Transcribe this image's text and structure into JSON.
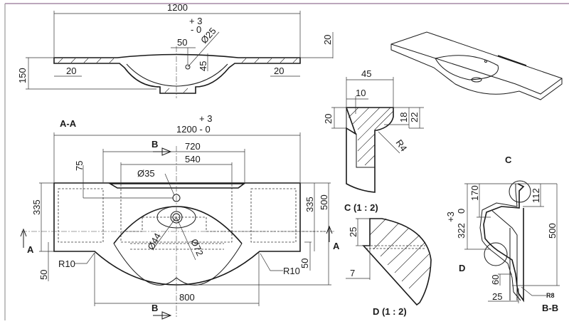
{
  "front_section": {
    "width": "1200",
    "tol_plus": "+ 3",
    "tol_minus": "- 0",
    "hole_dia": "Ø25",
    "hole_offset": "50",
    "hole_depth": "45",
    "slab_thickness": "20",
    "height": "150",
    "edge_left": "20",
    "edge_right": "20"
  },
  "plan_view": {
    "title": "A-A",
    "tol_plus": "+ 3",
    "width": "1200 - 0",
    "section_b_top": "B",
    "section_b_bottom": "B",
    "bowl_outer": "720",
    "bowl_inner": "540",
    "tap_offset": "75",
    "tap_dia": "Ø35",
    "depth_left": "335",
    "depth_right": "335",
    "total_depth": "500",
    "section_a_left": "A",
    "section_a_right": "A",
    "radius_left": "R10",
    "radius_right": "R10",
    "offset_left": "50",
    "offset_right": "50",
    "front_width": "800",
    "drain_outer": "Ø44",
    "drain_inner": "Ø72"
  },
  "detail_c": {
    "title": "C (1 : 2)",
    "width": "45",
    "inner": "10",
    "thickness": "20",
    "h1": "18",
    "h2": "22",
    "radius": "R4"
  },
  "detail_d": {
    "title": "D (1 : 2)",
    "h": "25",
    "w": "7"
  },
  "section_bb": {
    "title": "B-B",
    "label_c": "C",
    "label_d": "D",
    "h170": "170",
    "tol_plus": "+3",
    "tol_zero": "0",
    "h322": "322",
    "h112": "112",
    "h500": "500",
    "h60": "60",
    "w25": "25",
    "radius": "R8"
  }
}
